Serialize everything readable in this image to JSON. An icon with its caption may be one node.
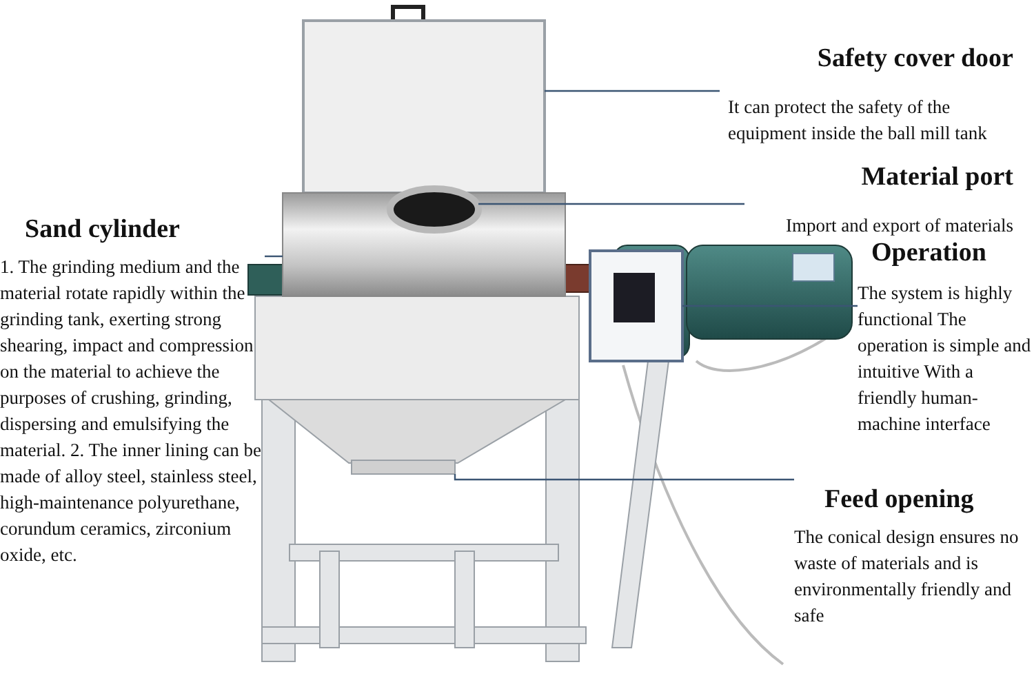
{
  "diagram": {
    "nodes": [
      {
        "text": [
          "Safety cover door",
          "It can protect the safety of the equipment inside the ball mill tank"
        ]
      },
      {
        "text": [
          "Material port",
          "Import and export of materials"
        ]
      },
      {
        "text": [
          "Sand cylinder",
          "1. The grinding medium and the material rotate rapidly within the grinding tank, exerting strong shearing, impact and compression on the material to achieve the purposes of crushing, grinding, dispersing and emulsifying the material. 2. The inner lining can be made of alloy steel, stainless steel, high-maintenance polyurethane, corundum ceramics, zirconium oxide, etc."
        ]
      },
      {
        "text": [
          "Operation",
          "The system is highly functional The operation is simple and intuitive With a friendly human-machine interface"
        ]
      },
      {
        "text": [
          "Feed opening",
          "The conical design ensures no waste of materials and is environmentally friendly and safe"
        ]
      },
      {
        "text": [],
        "shape": "box"
      },
      {
        "text": [],
        "shape": "circle"
      },
      {
        "text": [],
        "shape": "box"
      },
      {
        "text": [],
        "shape": "box"
      },
      {
        "text": [],
        "shape": "box"
      }
    ],
    "edges": [
      {
        "from": 0,
        "to": 5,
        "arrow": "none"
      },
      {
        "from": 1,
        "to": 6,
        "arrow": "none"
      },
      {
        "from": 2,
        "to": 7,
        "arrow": "none"
      },
      {
        "from": 3,
        "to": 8,
        "arrow": "none"
      },
      {
        "from": 4,
        "to": 9,
        "arrow": "none"
      }
    ]
  }
}
